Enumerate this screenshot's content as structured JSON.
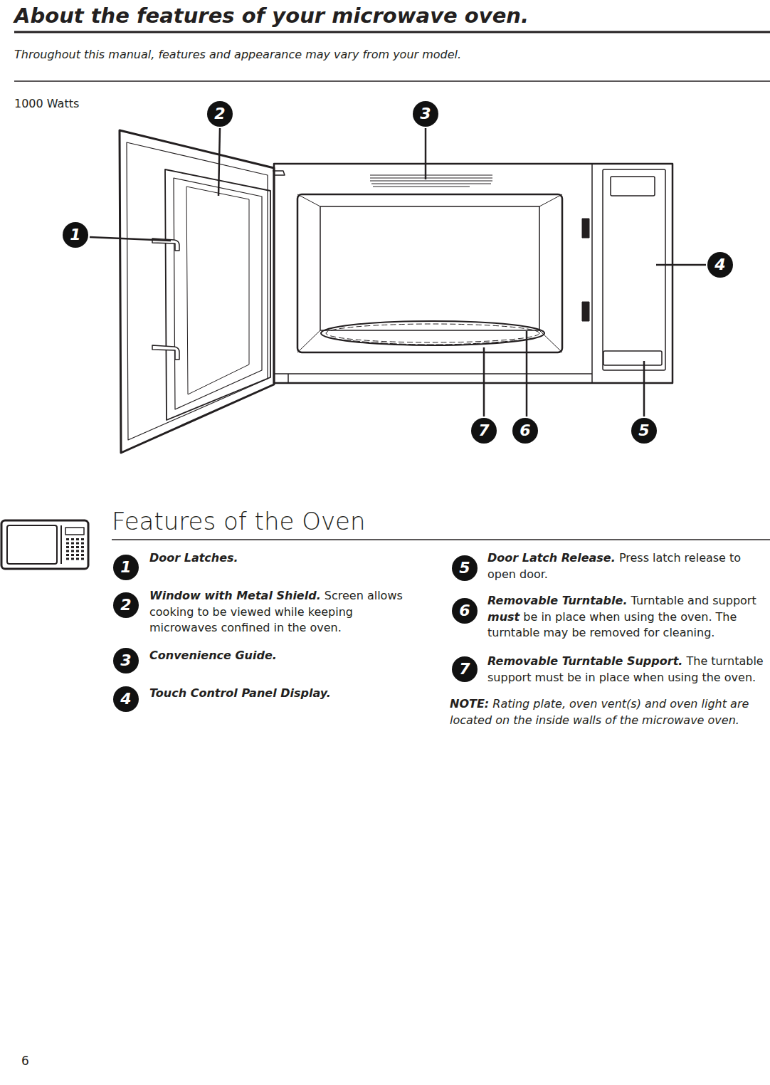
{
  "diagram": {
    "title": "About the features of your microwave oven.",
    "labels": [
      "Throughout this manual, features and appearance may vary from your model.",
      "1000 Watts",
      "2",
      "3",
      "1",
      "4",
      "7",
      "6",
      "5",
      "Features of the Oven",
      "1",
      "Door Latches.",
      "2",
      "Window with Metal Shield.",
      "Screen allows cooking to be viewed while keeping microwaves confined in the oven.",
      "3",
      "Convenience Guide.",
      "4",
      "Touch Control Panel Display.",
      "5",
      "Door Latch Release.",
      "Press latch release to open door.",
      "6",
      "Removable Turntable.",
      "Turntable and support",
      "must",
      "be in place when using the oven. The turntable may be removed for cleaning.",
      "7",
      "Removable Turntable Support.",
      "The turntable support must be in place when using the oven.",
      "NOTE:",
      "Rating plate, oven vent(s) and oven light are located on the inside walls of the microwave oven.",
      "6"
    ]
  }
}
